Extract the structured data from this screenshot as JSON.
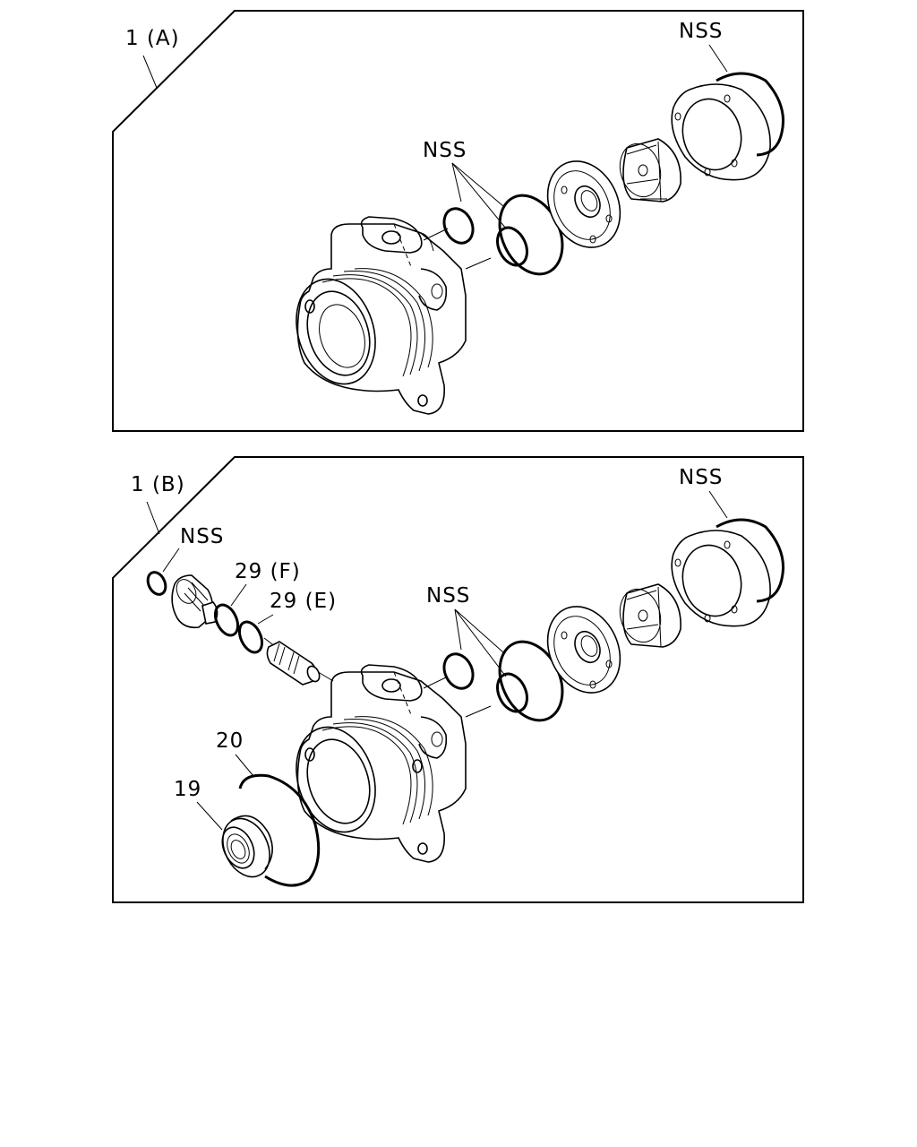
{
  "panels": [
    {
      "id": "A",
      "assembly_label": "1 (A)",
      "callouts": {
        "nss_rings": "NSS",
        "nss_snap_ring": "NSS"
      }
    },
    {
      "id": "B",
      "assembly_label": "1 (B)",
      "callouts": {
        "nss_rings": "NSS",
        "nss_snap_ring": "NSS",
        "nss_plug_oring": "NSS",
        "part_29f": "29 (F)",
        "part_29e": "29 (E)",
        "part_20": "20",
        "part_19": "19"
      }
    }
  ]
}
